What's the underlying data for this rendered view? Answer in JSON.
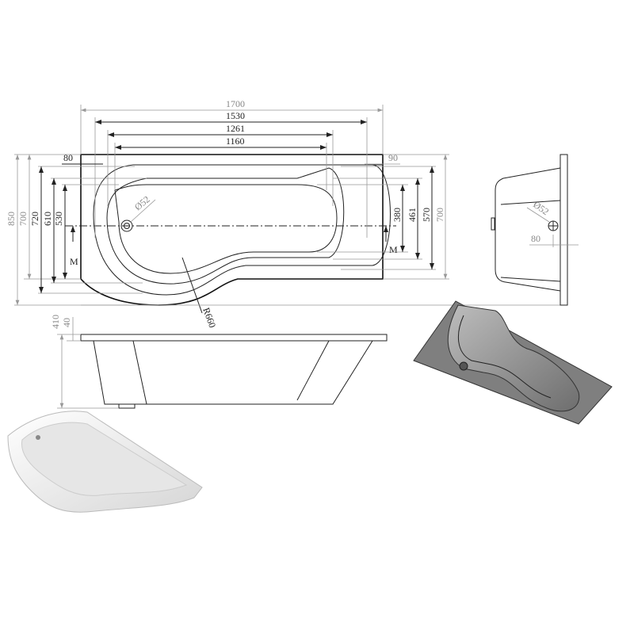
{
  "top_view": {
    "widths": [
      "1700",
      "1530",
      "1261",
      "1160"
    ],
    "left_offset": "80",
    "right_offset": "90",
    "left_heights": [
      "850",
      "700",
      "720",
      "610",
      "530"
    ],
    "right_heights": [
      "380",
      "461",
      "570",
      "700"
    ],
    "waste_diameter": "Ø52",
    "radius": "R660",
    "section_mark": "M"
  },
  "end_view": {
    "waste_diameter": "Ø52",
    "waste_offset": "80"
  },
  "front_view": {
    "heights": [
      "410",
      "40"
    ]
  },
  "colors": {
    "line": "#222222",
    "secondary_line": "#999999",
    "render_grey": "#8a8a8a",
    "render_white": "#f2f2f2"
  }
}
